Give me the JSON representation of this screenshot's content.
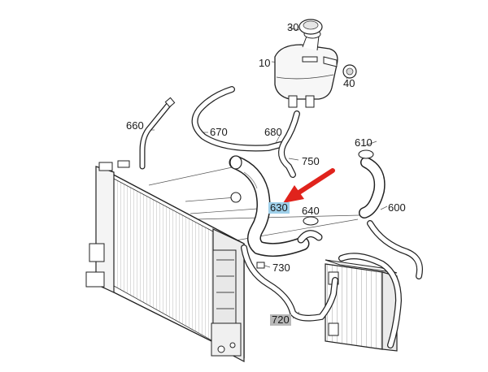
{
  "parts": {
    "p30": "30",
    "p10": "10",
    "p40": "40",
    "p660": "660",
    "p670": "670",
    "p680": "680",
    "p610": "610",
    "p750": "750",
    "p630": "630",
    "p640": "640",
    "p600": "600",
    "p730": "730",
    "p720": "720"
  },
  "colors": {
    "highlight": "#9fd0ea",
    "gray_tag": "#b8b8b8",
    "arrow": "#e0231c"
  }
}
